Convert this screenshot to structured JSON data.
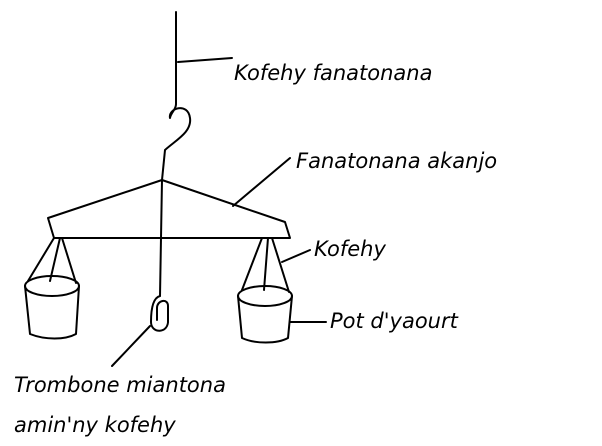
{
  "diagram": {
    "labels": {
      "kofehy_fanatonana": "Kofehy fanatonana",
      "fanatonana_akanjo": "Fanatonana akanjo",
      "kofehy": "Kofehy",
      "pot_dyaourt": "Pot d'yaourt",
      "trombone_line1": "Trombone miantona",
      "trombone_line2": "amin'ny kofehy"
    }
  }
}
